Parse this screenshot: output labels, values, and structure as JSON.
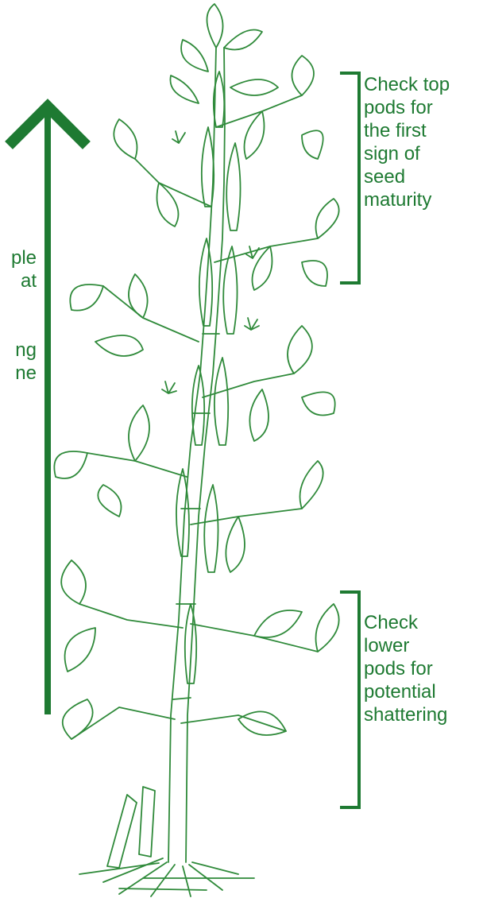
{
  "colors": {
    "ink": "#1e7a32",
    "plant_ink": "#2f8a3a",
    "background": "#ffffff"
  },
  "icons": {
    "arrow": "up-arrow-icon",
    "top_bracket": "right-bracket-icon",
    "bottom_bracket": "right-bracket-icon"
  },
  "annotations": {
    "top": {
      "lines": [
        "Check top",
        "pods for",
        "the first",
        "sign of",
        "seed",
        "maturity"
      ]
    },
    "bottom": {
      "lines": [
        "Check",
        "lower",
        "pods for",
        "potential",
        "shattering"
      ]
    },
    "left_partial": {
      "lines": [
        "ple",
        "at",
        "",
        "",
        "ng",
        "ne"
      ]
    }
  }
}
